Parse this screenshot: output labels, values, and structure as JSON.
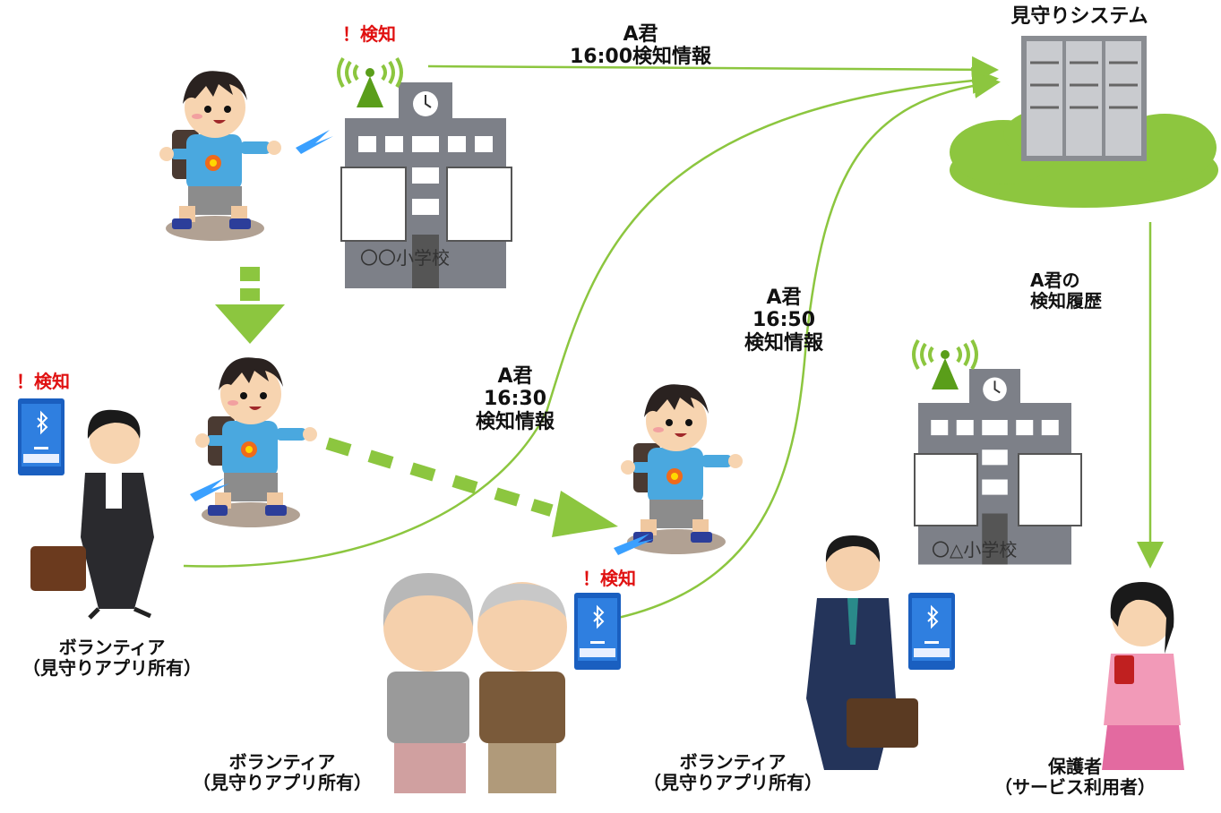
{
  "system": {
    "title": "見守りシステム"
  },
  "alerts": {
    "school": "！検知",
    "volunteer_left": "！検知",
    "elderly": "！検知"
  },
  "schools": {
    "first": "〇〇小学校",
    "second": "〇△小学校"
  },
  "detections": {
    "d1600": {
      "name": "A君",
      "info": "16:00検知情報"
    },
    "d1630": {
      "name": "A君",
      "time": "16:30",
      "info": "検知情報"
    },
    "d1650": {
      "name": "A君",
      "time": "16:50",
      "info": "検知情報"
    }
  },
  "history": {
    "line1": "A君の",
    "line2": "検知履歴"
  },
  "volunteers": {
    "woman": {
      "role": "ボランティア",
      "note": "（見守りアプリ所有）"
    },
    "elderly": {
      "role": "ボランティア",
      "note": "（見守りアプリ所有）"
    },
    "businessman": {
      "role": "ボランティア",
      "note": "（見守りアプリ所有）"
    }
  },
  "guardian": {
    "role": "保護者",
    "note": "（サービス利用者）"
  },
  "colors": {
    "arrow": "#8cc63f",
    "arrow_dark": "#7ab52f",
    "alert": "#e01010",
    "cloud": "#8dc63f",
    "phone": "#1a5fc0"
  }
}
